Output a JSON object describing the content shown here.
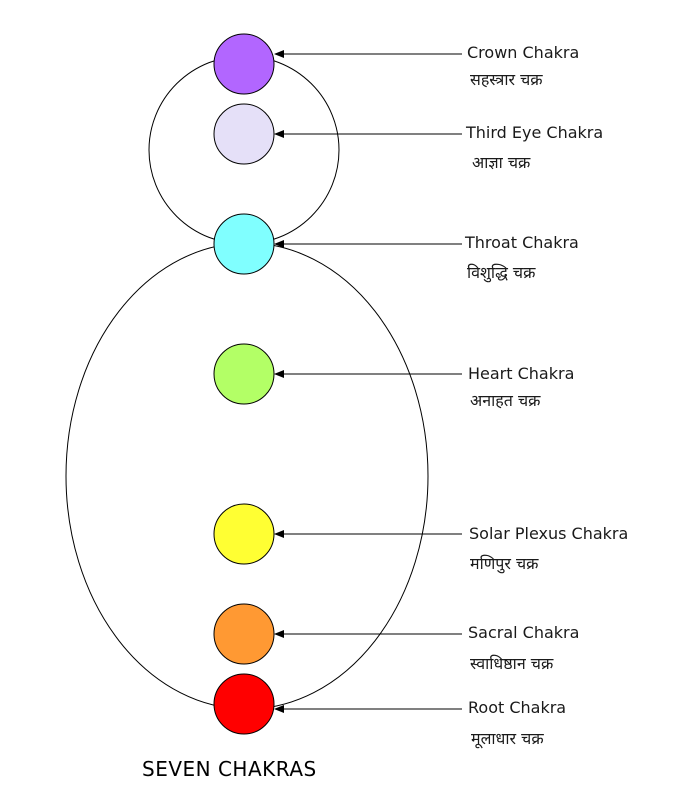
{
  "title": "SEVEN CHAKRAS",
  "chakras": [
    {
      "name": "Crown Chakra",
      "sanskrit": "सहस्त्रार चक्र",
      "color": "#B266FF"
    },
    {
      "name": "Third Eye Chakra",
      "sanskrit": "आज्ञा चक्र",
      "color": "#E5E0F8"
    },
    {
      "name": "Throat Chakra",
      "sanskrit": "विशुद्धि चक्र",
      "color": "#80FFFF"
    },
    {
      "name": "Heart Chakra",
      "sanskrit": "अनाहत चक्र",
      "color": "#B3FF66"
    },
    {
      "name": "Solar Plexus Chakra",
      "sanskrit": "मणिपुर चक्र",
      "color": "#FFFF33"
    },
    {
      "name": "Sacral Chakra",
      "sanskrit": "स्वाधिष्ठान चक्र",
      "color": "#FF9933"
    },
    {
      "name": "Root Chakra",
      "sanskrit": "मूलाधार चक्र",
      "color": "#FF0000"
    }
  ]
}
